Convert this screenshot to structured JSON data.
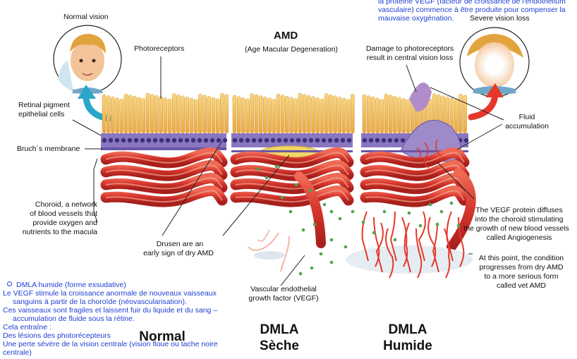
{
  "top_note": {
    "line1": "la protéine VEGF (facteur de croissance de l'endothélium",
    "line2": "vasculaire) commence à être produite pour compenser la",
    "line3": "mauvaise oxygénation."
  },
  "title": {
    "main": "AMD",
    "sub": "(Age Macular Degeneration)"
  },
  "labels": {
    "normal_vision": "Normal vision",
    "severe_vision_loss": "Severe vision loss",
    "photoreceptors": "Photoreceptors",
    "damage_line1": "Damage to photoreceptors",
    "damage_line2": "result in central vision loss",
    "rpe_line1": "Retinal pigment",
    "rpe_line2": "epithelial cells",
    "bruch": "Bruch´s membrane",
    "fluid_line1": "Fluid",
    "fluid_line2": "accumulation",
    "choroid_line1": "Choroid, a network",
    "choroid_line2": "of blood vessels that",
    "choroid_line3": "provide oxygen and",
    "choroid_line4": "nutrients to the macula",
    "vegf_line1": "The VEGF protein diffuses",
    "vegf_line2": "into the choroid stimulating",
    "vegf_line3": "the growth of new blood vessels",
    "vegf_line4": "called Angiogenesis",
    "drusen_line1": "Drusen are an",
    "drusen_line2": "early sign of dry AMD",
    "progress_line1": "At this point, the condition",
    "progress_line2": "progresses from dry AMD",
    "progress_line3": "to a more serious form",
    "progress_line4": "called vet AMD",
    "vegf_factor_line1": "Vascular endothelial",
    "vegf_factor_line2": "growth factor (VEGF)"
  },
  "panels": {
    "normal": "Normal",
    "dry_line1": "DMLA",
    "dry_line2": "Sèche",
    "wet_line1": "DMLA",
    "wet_line2": "Humide"
  },
  "notes": {
    "bullet": "DMLA humide (forme exsudative)",
    "l1": "Le VEGF stimule la croissance anormale de nouveaux vaisseaux",
    "l2": "sanguins à partir de la choroïde (néovascularisation).",
    "l3": "Ces vaisseaux sont fragiles et laissent fuir du liquide et du sang –",
    "l4": "accumulation de fluide sous la rétine.",
    "l5": "Cela entraîne :",
    "l6": "Des lésions des photorécepteurs",
    "l7": "Une perte sévère de la vision centrale (vision floue ou tache noire",
    "l8": "centrale)"
  },
  "colors": {
    "photoreceptor": "#f6c46a",
    "epithelium": "#8a76c0",
    "vessel": "#d93b33",
    "arrow_blue": "#2aa6c9",
    "arrow_red": "#e5382b",
    "note_text": "#1d3fd1"
  }
}
